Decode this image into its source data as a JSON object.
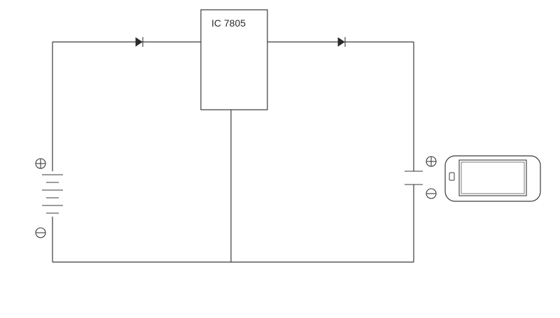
{
  "regulator": {
    "label": "IC 7805"
  },
  "colors": {
    "wire": "#3a3a3a",
    "background": "#ffffff"
  },
  "icons": {
    "battery_positive": "plus-in-circle",
    "battery_negative": "minus-in-circle",
    "output_positive": "plus-in-circle",
    "output_negative": "minus-in-circle",
    "load": "smartphone-icon"
  }
}
